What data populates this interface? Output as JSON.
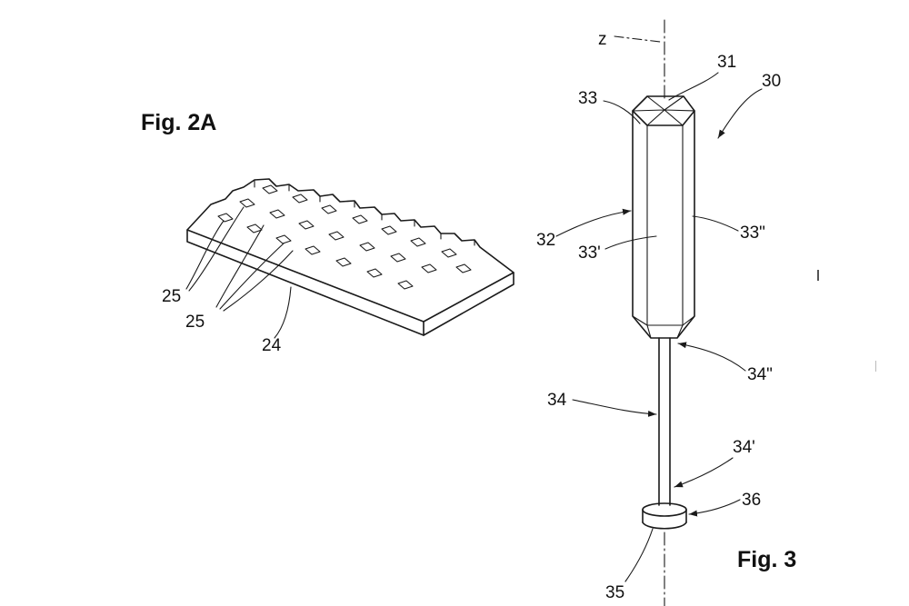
{
  "fig2a": {
    "title": "Fig. 2A",
    "labels": {
      "plate": "24",
      "cavity_a": "25",
      "cavity_b": "25"
    }
  },
  "fig3": {
    "title": "Fig. 3",
    "labels": {
      "axis": "z",
      "tip": "31",
      "assembly": "30",
      "face_top": "33",
      "shank_side": "32",
      "face_front": "33'",
      "face_right": "33\"",
      "stem_top": "34\"",
      "stem": "34",
      "stem_bottom": "34'",
      "disc": "36",
      "disc_base": "35"
    }
  }
}
